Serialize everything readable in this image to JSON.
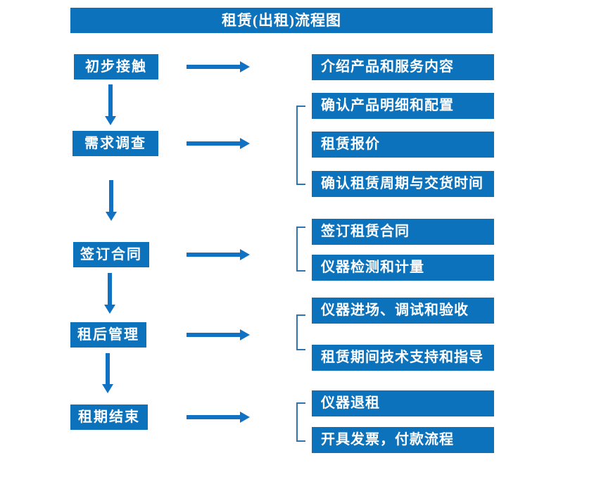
{
  "title": "租赁(出租)流程图",
  "colors": {
    "box_blue": "#0d72bc",
    "arrow_blue": "#1171c2",
    "bracket_blue": "#2e75b6",
    "text": "#ffffff",
    "background": "#ffffff"
  },
  "steps": [
    {
      "label": "初步接触"
    },
    {
      "label": "需求调查"
    },
    {
      "label": "签订合同"
    },
    {
      "label": "租后管理"
    },
    {
      "label": "租期结束"
    }
  ],
  "details": [
    {
      "items": [
        {
          "label": "介绍产品和服务内容"
        }
      ]
    },
    {
      "items": [
        {
          "label": "确认产品明细和配置"
        },
        {
          "label": "租赁报价"
        },
        {
          "label": "确认租赁周期与交货时间"
        }
      ]
    },
    {
      "items": [
        {
          "label": "签订租赁合同"
        },
        {
          "label": "仪器检测和计量"
        }
      ]
    },
    {
      "items": [
        {
          "label": "仪器进场、调试和验收"
        },
        {
          "label": "租赁期间技术支持和指导"
        }
      ]
    },
    {
      "items": [
        {
          "label": "仪器退租"
        },
        {
          "label": "开具发票，付款流程"
        }
      ]
    }
  ]
}
